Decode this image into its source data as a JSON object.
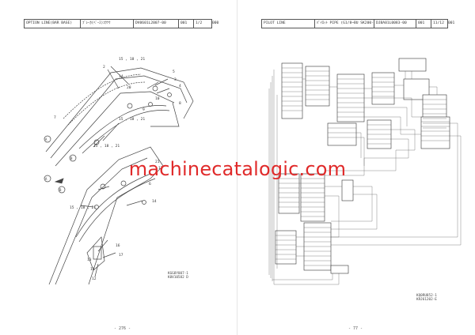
{
  "left": {
    "header": {
      "col1": "OPTION LINE(BAR BASE)",
      "col2": "ﾌﾞﾚｰｶ(ﾍﾞｰｽ)ｺｳﾂｳ",
      "col3": "DV0601L2007-00",
      "col4": "001",
      "col5": "1/2",
      "after": "000"
    },
    "callouts": [
      "15 , 18 , 21",
      "15 , 18 , 21",
      "15 , 18 , 21",
      "15 , 18 , 21",
      "14",
      "10",
      "9",
      "5",
      "2",
      "3",
      "4",
      "8",
      "7",
      "6",
      "11",
      "12",
      "13",
      "14",
      "16",
      "17",
      "20",
      "A",
      "B",
      "A",
      "B",
      "21",
      "12"
    ],
    "code": [
      "KGG8Y007-1",
      "K0V10582 D"
    ],
    "page": "- 276 -"
  },
  "right": {
    "header": {
      "col1": "PILOT LINE",
      "col2": "ﾊﾟｲﾛｯﾄ PIPE (G1/8~BU SK200-3",
      "col3": "DJBA01L0083-00",
      "col4": "001",
      "col5": "11/12",
      "after": "001"
    },
    "code": [
      "KQ0RU852-1",
      "KRJ61202-E"
    ],
    "page": "- 77 -"
  },
  "watermark": "machinecatalogic.com"
}
